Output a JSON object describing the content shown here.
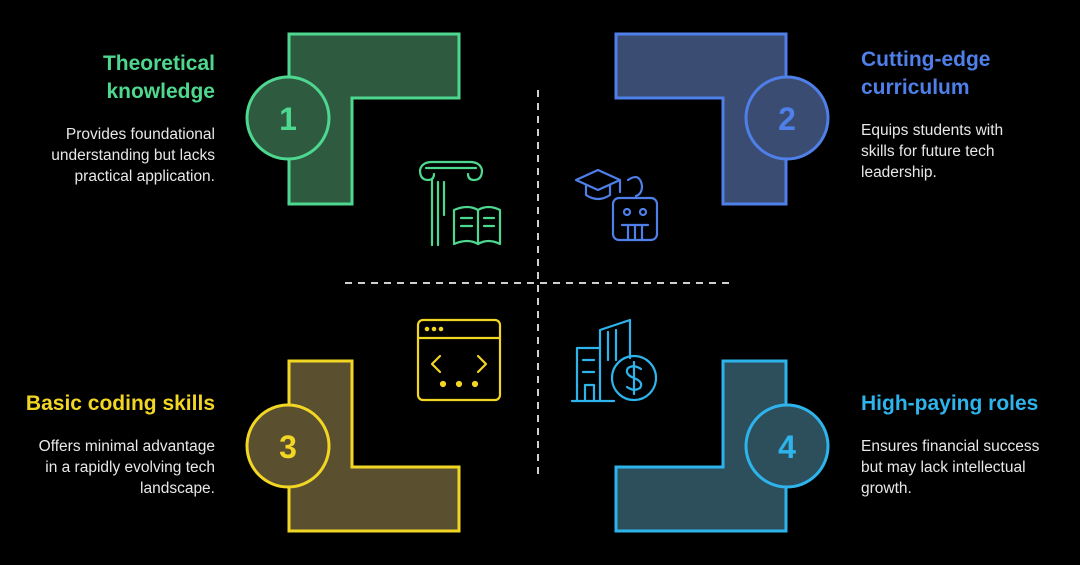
{
  "quadrants": [
    {
      "number": "1",
      "title": "Theoretical\nknowledge",
      "description": "Provides foundational\nunderstanding but lacks\npractical application.",
      "color": "#4ed88f",
      "fill": "#2e5a40",
      "icon": "pillar-book-icon"
    },
    {
      "number": "2",
      "title": "Cutting-edge\ncurriculum",
      "description": "Equips students with\nskills for future tech\nleadership.",
      "color": "#4f7fe8",
      "fill": "#3a4c72",
      "icon": "graduation-robot-icon"
    },
    {
      "number": "3",
      "title": "Basic coding skills",
      "description": "Offers minimal advantage\nin a rapidly evolving tech\nlandscape.",
      "color": "#f2d624",
      "fill": "#5a5030",
      "icon": "code-window-icon"
    },
    {
      "number": "4",
      "title": "High-paying roles",
      "description": "Ensures financial success\nbut may lack intellectual\ngrowth.",
      "color": "#2eb4ec",
      "fill": "#2d4f5c",
      "icon": "buildings-dollar-icon"
    }
  ]
}
